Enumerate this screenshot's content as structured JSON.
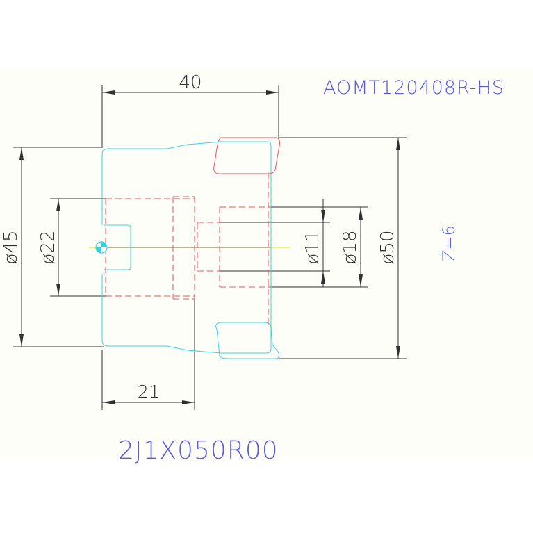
{
  "drawing": {
    "tool_code": "2J1X050R00",
    "insert_code": "AOMT120408R-HS",
    "teeth": "Z=6"
  },
  "dimensions": {
    "length_total": "40",
    "length_bore": "21",
    "dia_hub": "ø45",
    "dia_pilot": "ø22",
    "dia_hole_small": "ø11",
    "dia_hole_large": "ø18",
    "dia_cutter": "ø50"
  },
  "colors": {
    "background": "#fefef9",
    "outline": "#35d5df",
    "hidden": "#f05060",
    "dimension": "#303030",
    "label": "#5a5ae0",
    "centerline": "#e6e600"
  }
}
